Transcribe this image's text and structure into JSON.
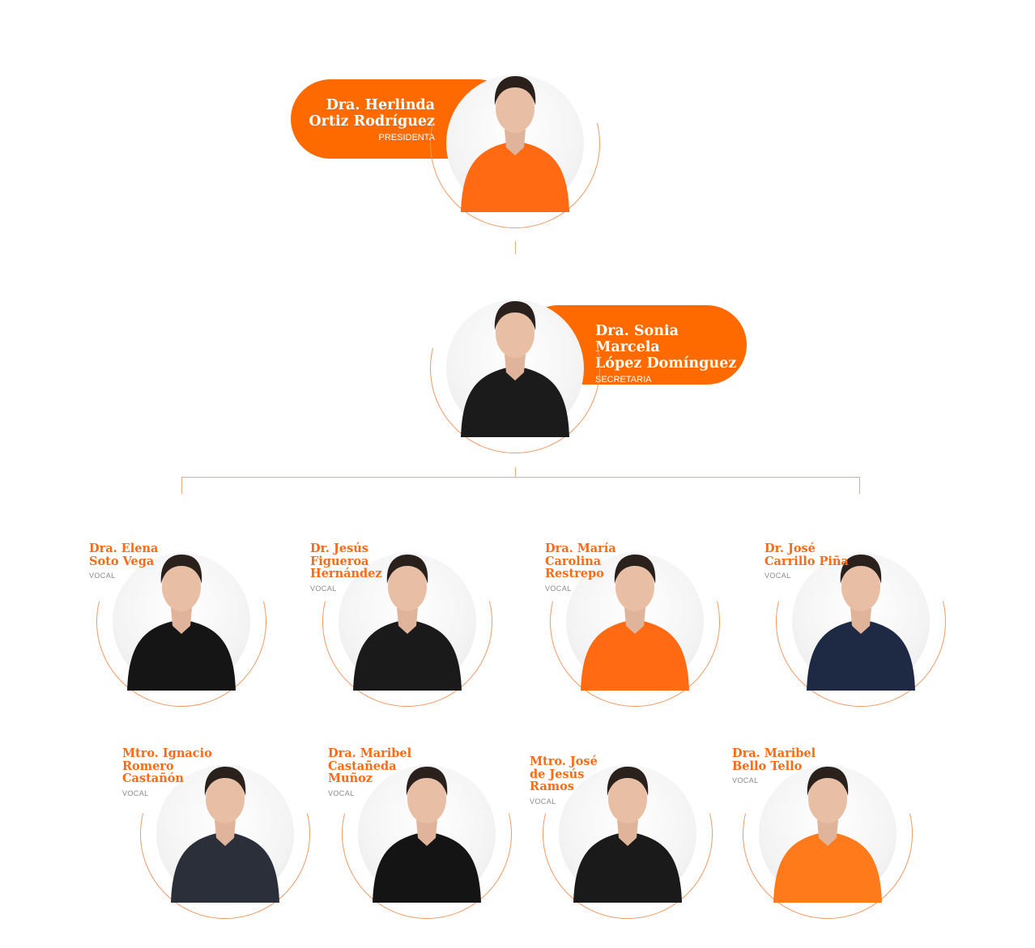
{
  "colors": {
    "accent": "#ff6a00",
    "line": "#f5a77a"
  },
  "president": {
    "name_line1": "Dra. Herlinda",
    "name_line2": "Ortiz Rodríguez",
    "role": "PRESIDENTA"
  },
  "secretary": {
    "name_line1": "Dra. Sonia Marcela",
    "name_line2": "López Domínguez",
    "role": "SECRETARIA"
  },
  "vocals": [
    {
      "name": "Dra. Elena\nSoto Vega",
      "role": "VOCAL"
    },
    {
      "name": "Dr. Jesús\nFigueroa\nHernández",
      "role": "VOCAL"
    },
    {
      "name": "Dra. María\nCarolina\nRestrepo",
      "role": "VOCAL"
    },
    {
      "name": "Dr. José\nCarrillo Piña",
      "role": "VOCAL"
    },
    {
      "name": "Mtro. Ignacio\nRomero\nCastañón",
      "role": "VOCAL"
    },
    {
      "name": "Dra. Maribel\nCastañeda\nMuñoz",
      "role": "VOCAL"
    },
    {
      "name": "Mtro. José\nde Jesús\nRamos",
      "role": "VOCAL"
    },
    {
      "name": "Dra. Maribel\nBello Tello",
      "role": "VOCAL"
    }
  ]
}
